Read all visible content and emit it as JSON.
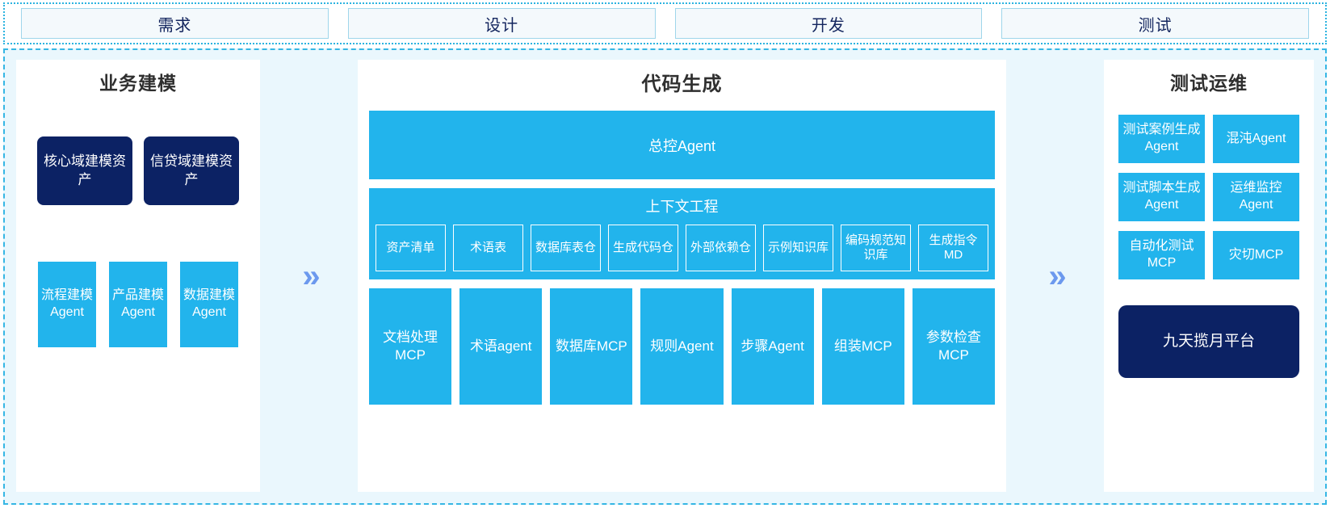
{
  "phases": [
    {
      "label": "需求"
    },
    {
      "label": "设计"
    },
    {
      "label": "开发"
    },
    {
      "label": "测试"
    }
  ],
  "arrow_glyph": "»",
  "colors": {
    "accent_blue": "#22B4EC",
    "navy": "#0C2264",
    "panel_bg": "#EAF7FD",
    "arrow": "#6C99EE",
    "phase_border": "#9FD6EB",
    "phase_text": "#13255E"
  },
  "panels": {
    "business_modeling": {
      "title": "业务建模",
      "assets": [
        {
          "label": "核心域建模资产"
        },
        {
          "label": "信贷域建模资产"
        }
      ],
      "agents": [
        {
          "label": "流程建模Agent"
        },
        {
          "label": "产品建模Agent"
        },
        {
          "label": "数据建模Agent"
        }
      ]
    },
    "code_generation": {
      "title": "代码生成",
      "master_agent": "总控Agent",
      "context_engineering": {
        "title": "上下文工程",
        "items": [
          {
            "label": "资产清单"
          },
          {
            "label": "术语表"
          },
          {
            "label": "数据库表仓"
          },
          {
            "label": "生成代码仓"
          },
          {
            "label": "外部依赖仓"
          },
          {
            "label": "示例知识库"
          },
          {
            "label": "编码规范知识库"
          },
          {
            "label": "生成指令MD"
          }
        ]
      },
      "tools": [
        {
          "label": "文档处理MCP"
        },
        {
          "label": "术语agent"
        },
        {
          "label": "数据库MCP"
        },
        {
          "label": "规则Agent"
        },
        {
          "label": "步骤Agent"
        },
        {
          "label": "组装MCP"
        },
        {
          "label": "参数检查MCP"
        }
      ]
    },
    "test_ops": {
      "title": "测试运维",
      "items": [
        {
          "label": "测试案例生成Agent"
        },
        {
          "label": "混沌Agent"
        },
        {
          "label": "测试脚本生成Agent"
        },
        {
          "label": "运维监控Agent"
        },
        {
          "label": "自动化测试MCP"
        },
        {
          "label": "灾切MCP"
        }
      ],
      "platform": {
        "label": "九天揽月平台"
      }
    }
  }
}
